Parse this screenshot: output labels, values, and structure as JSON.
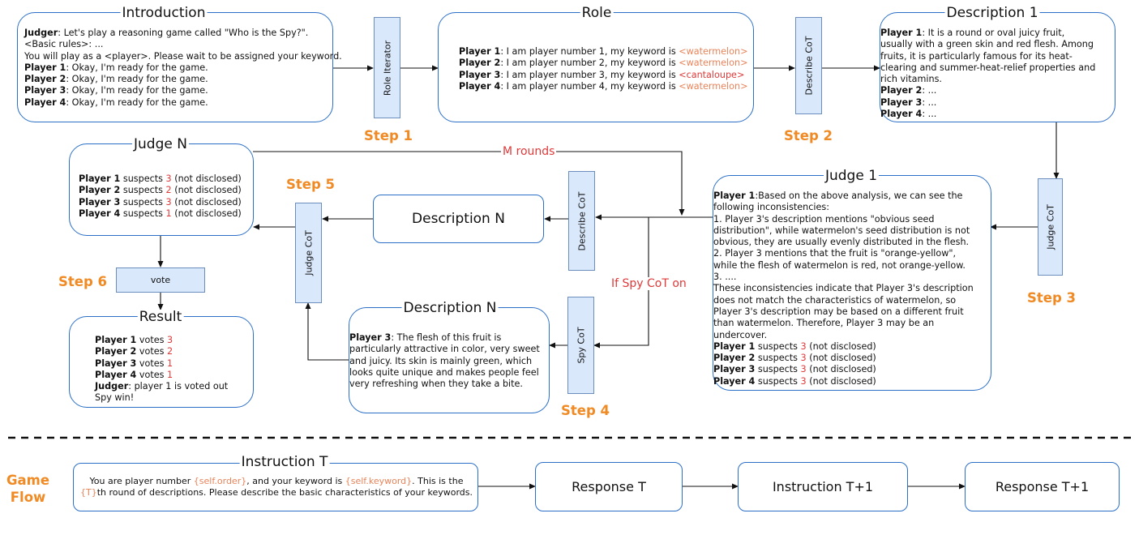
{
  "introduction": {
    "title": "Introduction",
    "lines": [
      {
        "speaker": "Judger",
        "text": ": Let's play a reasoning game called \"Who is the Spy?\"."
      },
      {
        "speaker": "",
        "text": "<Basic rules>:  ..."
      },
      {
        "speaker": "",
        "text": "You will play as a <player>. Please wait to be assigned your keyword."
      },
      {
        "speaker": "Player 1",
        "text": ": Okay, I'm ready for the game."
      },
      {
        "speaker": "Player 2",
        "text": ": Okay, I'm ready for the game."
      },
      {
        "speaker": "Player 3",
        "text": ": Okay, I'm ready for the game."
      },
      {
        "speaker": "Player 4",
        "text": ": Okay, I'm ready for the game."
      }
    ]
  },
  "role_iterator": "Role Iterator",
  "role": {
    "title": "Role",
    "lines": [
      {
        "speaker": "Player 1",
        "text": ": I am player number 1, my keyword is ",
        "keyword": "<watermelon>"
      },
      {
        "speaker": "Player 2",
        "text": ": I am player number 2, my keyword is ",
        "keyword": "<watermelon>"
      },
      {
        "speaker": "Player 3",
        "text": ": I am player number 3, my keyword is ",
        "keyword": "<cantaloupe>"
      },
      {
        "speaker": "Player 4",
        "text": ": I am player number 4, my keyword is ",
        "keyword": "<watermelon>"
      }
    ]
  },
  "describe_cot_1": "Describe CoT",
  "description_1": {
    "title": "Description 1",
    "lines": [
      {
        "speaker": "Player 1",
        "text": ":  It is a round or oval juicy fruit, usually with a   green skin and red flesh. Among fruits, it is particularly  famous for its heat-clearing and summer-heat-relief properties and rich vitamins."
      },
      {
        "speaker": "Player 2",
        "text": ":  ..."
      },
      {
        "speaker": "Player 3",
        "text": ":  ..."
      },
      {
        "speaker": "Player 4",
        "text": ":  ..."
      }
    ]
  },
  "judge_cot_3": "Judge CoT",
  "judge_1": {
    "title": "Judge 1",
    "lines": [
      {
        "speaker": "Player 1",
        "text": ":Based on the above analysis, we can see the following inconsistencies:"
      },
      {
        "speaker": "",
        "text": "1. Player 3's description mentions \"obvious seed distribution\", while watermelon's seed distribution is not obvious, they are usually evenly distributed in the flesh."
      },
      {
        "speaker": "",
        "text": "2. Player 3 mentions that the fruit is \"orange-yellow\", while the flesh of watermelon is red, not orange-yellow."
      },
      {
        "speaker": "",
        "text": "3. ...."
      },
      {
        "speaker": "",
        "text": "These inconsistencies indicate that Player 3's description does not match the characteristics of watermelon, so Player 3's description may be based on a different fruit than watermelon. Therefore, Player 3 may be an undercover."
      }
    ],
    "suspects": [
      {
        "player": "Player 1",
        "verb": " suspects ",
        "num": "3",
        "note": " (not disclosed)"
      },
      {
        "player": "Player 2",
        "verb": " suspects ",
        "num": "3",
        "note": " (not disclosed)"
      },
      {
        "player": "Player 3",
        "verb": " suspects ",
        "num": "3",
        "note": " (not disclosed)"
      },
      {
        "player": "Player 4",
        "verb": " suspects ",
        "num": "3",
        "note": " (not disclosed)"
      }
    ]
  },
  "judge_n": {
    "title": "Judge N",
    "suspects": [
      {
        "player": "Player 1",
        "verb": " suspects ",
        "num": "3",
        "note": " (not disclosed)"
      },
      {
        "player": "Player 2",
        "verb": " suspects ",
        "num": "2",
        "note": " (not disclosed)"
      },
      {
        "player": "Player 3",
        "verb": " suspects ",
        "num": "3",
        "note": " (not disclosed)"
      },
      {
        "player": "Player 4",
        "verb": " suspects ",
        "num": "1",
        "note": " (not disclosed)"
      }
    ]
  },
  "m_rounds": "M rounds",
  "describe_cot_n": "Describe CoT",
  "description_n_box": "Description N",
  "judge_cot_5": "Judge CoT",
  "if_spy": "If Spy CoT on",
  "spy_cot": "Spy CoT",
  "description_n_spy": {
    "title": "Description N",
    "lines": [
      {
        "speaker": "Player 3",
        "text": ": The flesh of this fruit is particularly attractive in color, very sweet and juicy. Its skin is mainly green, which looks quite unique and makes people feel very refreshing when they take a bite."
      }
    ]
  },
  "vote": "vote",
  "result": {
    "title": "Result",
    "votes": [
      {
        "player": "Player 1",
        "verb": " votes ",
        "num": "3"
      },
      {
        "player": "Player 2",
        "verb": " votes ",
        "num": "2"
      },
      {
        "player": "Player 3",
        "verb": " votes ",
        "num": "1"
      },
      {
        "player": "Player 4",
        "verb": " votes ",
        "num": "1"
      }
    ],
    "judger_speaker": "Judger",
    "judger_text": ": player 1 is voted out",
    "outcome": "Spy win!"
  },
  "steps": {
    "step1": "Step 1",
    "step2": "Step 2",
    "step3": "Step 3",
    "step4": "Step 4",
    "step5": "Step 5",
    "step6": "Step 6"
  },
  "game_flow": {
    "label_line1": "Game",
    "label_line2": "Flow",
    "instruction": {
      "title": "Instruction T",
      "line1_a": "You are player number ",
      "line1_var1": "{self.order}",
      "line1_b": ", and your keyword is ",
      "line1_var2": "{self.keyword}",
      "line1_c": ". This is the",
      "line2_var": "{T}",
      "line2_b": "th round of descriptions. Please describe the basic characteristics of your keywords."
    },
    "response_t": "Response T",
    "instruction_t1": "Instruction T+1",
    "response_t1": "Response T+1"
  },
  "colors": {
    "box_border": "#2b6fc7",
    "bar_fill": "#dae8fc",
    "bar_border": "#6c8ebf",
    "step_orange": "#f08a24",
    "keyword_orange": "#e8845a",
    "highlight_red": "#e03a3a"
  }
}
